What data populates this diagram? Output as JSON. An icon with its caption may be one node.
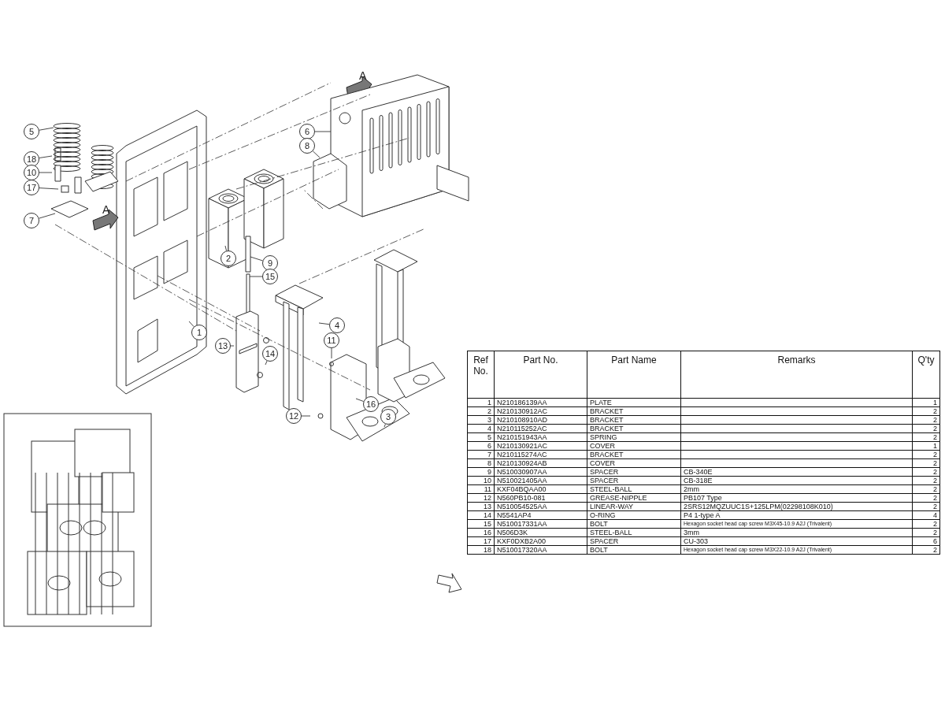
{
  "diagram": {
    "nodes": [
      {
        "text": [
          "5"
        ]
      },
      {
        "text": [
          "6"
        ]
      },
      {
        "text": [
          "8"
        ]
      },
      {
        "text": [
          "18"
        ]
      },
      {
        "text": [
          "10"
        ]
      },
      {
        "text": [
          "17"
        ]
      },
      {
        "text": [
          "7"
        ]
      },
      {
        "text": [
          "2"
        ]
      },
      {
        "text": [
          "9"
        ]
      },
      {
        "text": [
          "15"
        ]
      },
      {
        "text": [
          "4"
        ]
      },
      {
        "text": [
          "1"
        ]
      },
      {
        "text": [
          "11"
        ]
      },
      {
        "text": [
          "13"
        ]
      },
      {
        "text": [
          "14"
        ]
      },
      {
        "text": [
          "16"
        ]
      },
      {
        "text": [
          "3"
        ]
      },
      {
        "text": [
          "12"
        ]
      }
    ],
    "edges": [
      {
        "from": 0,
        "to": null,
        "arrow": "none"
      },
      {
        "from": 1,
        "to": null,
        "arrow": "none"
      },
      {
        "from": 2,
        "to": null,
        "arrow": "none"
      },
      {
        "from": 3,
        "to": null,
        "arrow": "none"
      },
      {
        "from": 4,
        "to": null,
        "arrow": "none"
      },
      {
        "from": 5,
        "to": null,
        "arrow": "none"
      },
      {
        "from": 6,
        "to": null,
        "arrow": "none"
      },
      {
        "from": 7,
        "to": null,
        "arrow": "none"
      },
      {
        "from": 8,
        "to": null,
        "arrow": "none"
      },
      {
        "from": 9,
        "to": null,
        "arrow": "none"
      },
      {
        "from": 10,
        "to": null,
        "arrow": "none"
      },
      {
        "from": 11,
        "to": null,
        "arrow": "none"
      },
      {
        "from": 12,
        "to": null,
        "arrow": "none"
      },
      {
        "from": 13,
        "to": null,
        "arrow": "none"
      },
      {
        "from": 14,
        "to": null,
        "arrow": "none"
      },
      {
        "from": 15,
        "to": null,
        "arrow": "none"
      },
      {
        "from": 16,
        "to": null,
        "arrow": "none"
      },
      {
        "from": 17,
        "to": null,
        "arrow": "none"
      }
    ],
    "labels": [
      "A",
      "A",
      "Ref No.",
      "Part No.",
      "Part Name",
      "Remarks",
      "Q'ty",
      "1",
      "N210186139AA",
      "PLATE",
      "1",
      "2",
      "N210130912AC",
      "BRACKET",
      "2",
      "3",
      "N210108910AD",
      "BRACKET",
      "2",
      "4",
      "N210115252AC",
      "BRACKET",
      "2",
      "5",
      "N210151943AA",
      "SPRING",
      "2",
      "6",
      "N210130921AC",
      "COVER",
      "1",
      "7",
      "N210115274AC",
      "BRACKET",
      "2",
      "8",
      "N210130924AB",
      "COVER",
      "2",
      "9",
      "N510030907AA",
      "SPACER",
      "CB-340E",
      "2",
      "10",
      "N510021405AA",
      "SPACER",
      "CB-318E",
      "2",
      "11",
      "KXF04BQAA00",
      "STEEL-BALL",
      "2mm",
      "2",
      "12",
      "N560PB10-081",
      "GREASE-NIPPLE",
      "PB107 Type",
      "2",
      "13",
      "N510054525AA",
      "LINEAR-WAY",
      "2SRS12MQZUUC1S+125LPM(02298108K010)",
      "2",
      "14",
      "N5541AP4",
      "O-RING",
      "P4 1-type A",
      "4",
      "15",
      "N510017331AA",
      "BOLT",
      "Hexagon socket head cap screw M3X45-10.9 A2J (Trivalent)",
      "2",
      "16",
      "N506D3K",
      "STEEL-BALL",
      "3mm",
      "2",
      "17",
      "KXF0DXB2A00",
      "SPACER",
      "CU-303",
      "6",
      "18",
      "N510017320AA",
      "BOLT",
      "Hexagon socket head cap screw M3X22-10.9 A2J (Trivalent)",
      "2"
    ]
  }
}
